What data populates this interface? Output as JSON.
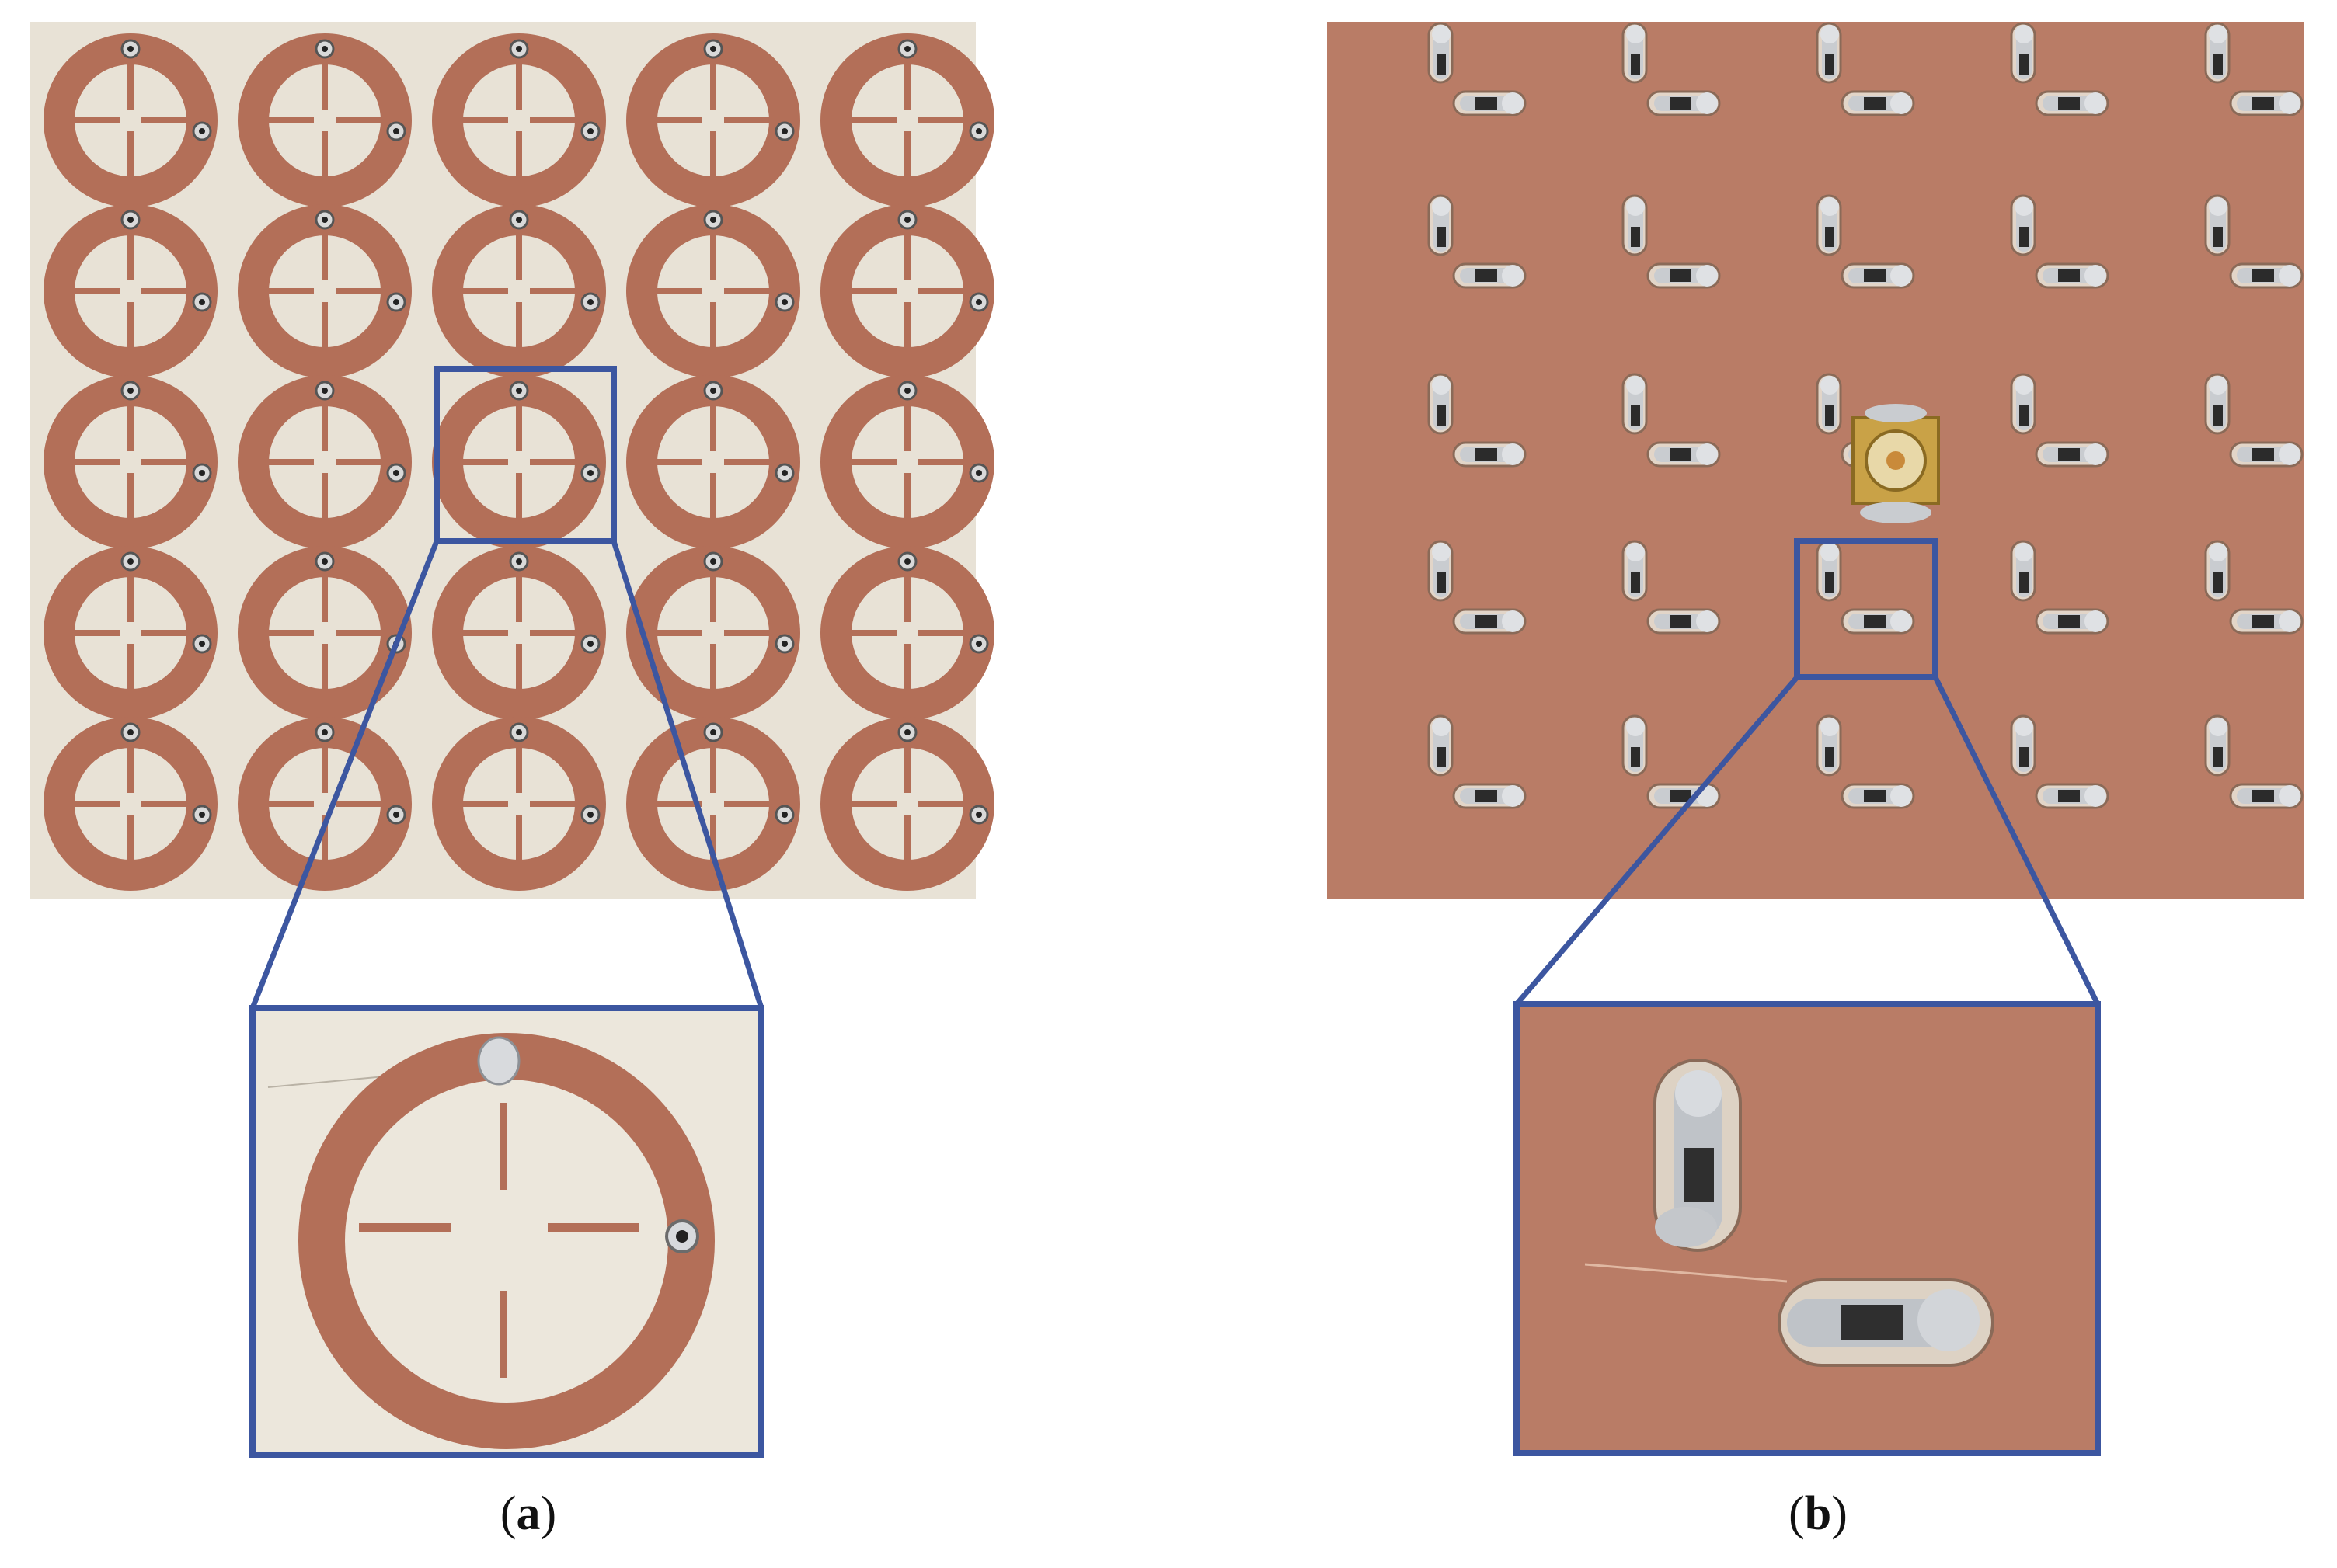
{
  "captions": {
    "a": {
      "open": "(",
      "letter": "a",
      "close": ")"
    },
    "b": {
      "open": "(",
      "letter": "b",
      "close": ")"
    }
  },
  "colors": {
    "frame": "#3c56a0",
    "substrate_front": "#e8e2d6",
    "copper": "#b36f58",
    "copper_back": "#b97c66",
    "solder": "#c9ccd0",
    "connector": "#c9a247"
  },
  "panel_a": {
    "rows": 5,
    "cols": 5,
    "highlight_row": 3,
    "highlight_col": 3
  },
  "panel_b": {
    "rows": 5,
    "cols": 5,
    "highlight_row": 4,
    "highlight_col": 3
  }
}
